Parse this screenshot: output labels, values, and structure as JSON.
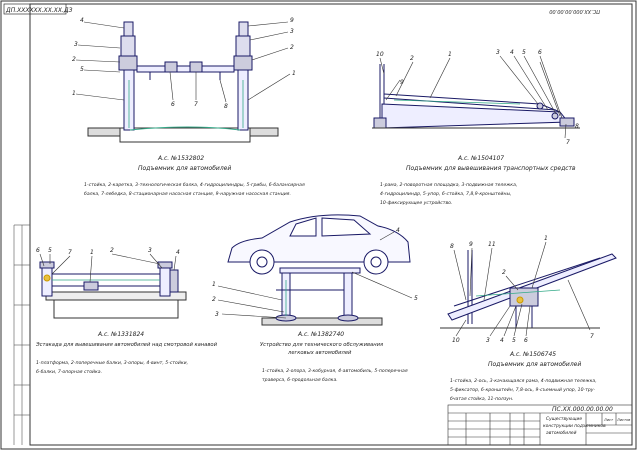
{
  "stamp_code": "ДП.ХХХХХХ.ХХ.ХХ.ДЗ",
  "frame_code": "ПС.ХХ.000.00.00.00",
  "title_block": {
    "designation": "ПС.ХХ.000.00.00.00",
    "name_line1": "Существующие",
    "name_line2": "конструкции подъемников",
    "name_line3": "автомобилей",
    "sheet_label": "Лист",
    "sheets_label": "Листов"
  },
  "callouts": {
    "p1": [
      "4",
      "3",
      "2",
      "1",
      "5",
      "6",
      "7",
      "8",
      "9",
      "3",
      "2",
      "1"
    ],
    "p2": [
      "10",
      "9",
      "1",
      "2",
      "3",
      "4",
      "5",
      "6",
      "7",
      "8"
    ],
    "p3": [
      "6",
      "5",
      "7",
      "1",
      "2",
      "3",
      "4"
    ],
    "p4": [
      "1",
      "2",
      "3",
      "4",
      "5"
    ],
    "p5": [
      "8",
      "9",
      "11",
      "1",
      "2",
      "3",
      "4",
      "5",
      "6",
      "7",
      "10"
    ]
  },
  "panels": [
    {
      "patent": "А.с. №1532802",
      "title": "Подъемник для автомобилей",
      "legend": [
        "1-стойка, 2-каретка, 3-технологическая балка, 4-гидроцилиндры, 5-грибы, 6-балансирная",
        "балка, 7-лебедка, 8-стационарная насосная станция, 9-наружная насосная станция."
      ]
    },
    {
      "patent": "А.с. №1504107",
      "title": "Подъемник для вывешивания транспортных средств",
      "legend": [
        "1-рама, 2-поворотная площадка, 3-подвижная тележка,",
        "4-гидроцилиндр, 5-упор, 6-стойка, 7,8,9-кронштейны,",
        "10-фиксирующее устройство."
      ]
    },
    {
      "patent": "А.с. №1331824",
      "title": "Эстакада для вывешивания автомобилей над смотровой канавой",
      "legend": [
        "1-платформа, 2-поперечные балки, 3-опоры, 4-винт, 5-стойки,",
        "6-балки, 7-опорная стойка."
      ]
    },
    {
      "patent": "А.с. №1382740",
      "title": "Устройство для технического обслуживания",
      "title2": "легковых автомобилей",
      "legend": [
        "1-стойка, 2-опора, 3-кобурная, 4-автомобиль, 5-поперечная",
        "траверса, 6-продольная балка."
      ]
    },
    {
      "patent": "А.с. №1506745",
      "title": "Подъемник для автомобилей",
      "legend": [
        "1-стойка, 2-ось, 3-качающаяся рама, 4-подвижная тележка,",
        "5-фиксатор, 6-кронштейн, 7,8-ось, 9-съемный упор, 10-тру-",
        "бчатая стойка, 11-ползун."
      ]
    }
  ]
}
